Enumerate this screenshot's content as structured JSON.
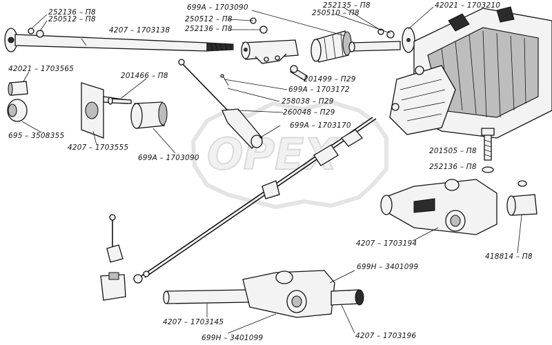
{
  "watermark": {
    "brand": "OPEX",
    "color": "#d6d6d6"
  },
  "labels": {
    "p252136_tl": "252136 – П8",
    "p250512_tl": "250512 – П8",
    "p4207_1703138": "4207 – 1703138",
    "p699a_1703090_top": "699А – 1703090",
    "p250512_top": "250512 – П8",
    "p252136_top": "252136 – П8",
    "p252135": "252135 – П8",
    "p250510": "250510 – П8",
    "p42021_1703210": "42021 – 1703210",
    "p42021_1703565": "42021 – 1703565",
    "p201466": "201466 – П8",
    "p201499": "201499 – П29",
    "p699a_1703172": "699А – 1703172",
    "p258038": "258038 – П29",
    "p260048": "260048 – П29",
    "p699a_1703170": "699А – 1703170",
    "p695_3508355": "695 – 3508355",
    "p4207_1703555": "4207 – 1703555",
    "p699a_1703090_bot": "699А – 1703090",
    "p201505": "201505 – П8",
    "p252136_r": "252136 – П8",
    "p4207_1703194": "4207 – 1703194",
    "p418814": "418814 – П8",
    "p699h_3401099_r": "699Н – 3401099",
    "p4207_1703145": "4207 – 1703145",
    "p699h_3401099_b": "699Н – 3401099",
    "p4207_1703196": "4207 – 1703196"
  }
}
